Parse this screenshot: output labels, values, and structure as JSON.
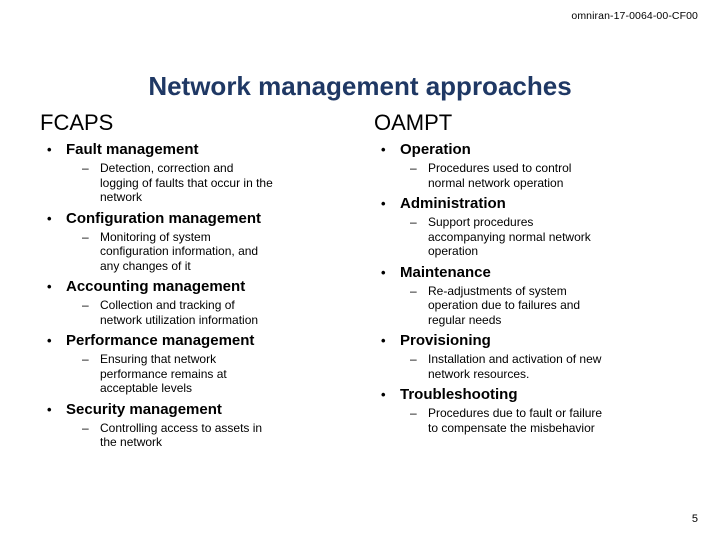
{
  "header": {
    "document_id": "omniran-17-0064-00-CF00"
  },
  "title": "Network management approaches",
  "title_color": "#1F3864",
  "columns": [
    {
      "heading": "FCAPS",
      "items": [
        {
          "label": "Fault management",
          "subitems": [
            "Detection, correction and\nlogging of faults that occur in the\nnetwork"
          ]
        },
        {
          "label": "Configuration management",
          "subitems": [
            "Monitoring of system\nconfiguration information, and\nany changes of it"
          ]
        },
        {
          "label": "Accounting management",
          "subitems": [
            "Collection and tracking of\nnetwork utilization information"
          ]
        },
        {
          "label": "Performance management",
          "subitems": [
            "Ensuring that network\nperformance remains at\nacceptable levels"
          ]
        },
        {
          "label": "Security management",
          "subitems": [
            "Controlling access to assets in\nthe network"
          ]
        }
      ]
    },
    {
      "heading": "OAMPT",
      "items": [
        {
          "label": "Operation",
          "subitems": [
            "Procedures used to control\nnormal network operation"
          ]
        },
        {
          "label": "Administration",
          "subitems": [
            "Support procedures\naccompanying normal network\noperation"
          ]
        },
        {
          "label": "Maintenance",
          "subitems": [
            "Re-adjustments of system\noperation due to failures and\nregular needs"
          ]
        },
        {
          "label": "Provisioning",
          "subitems": [
            "Installation and activation of new\nnetwork resources."
          ]
        },
        {
          "label": "Troubleshooting",
          "subitems": [
            "Procedures due to fault or failure\nto compensate the misbehavior"
          ]
        }
      ]
    }
  ],
  "bullet_glyphs": {
    "level1": "•",
    "level2": "–"
  },
  "page_number": "5"
}
